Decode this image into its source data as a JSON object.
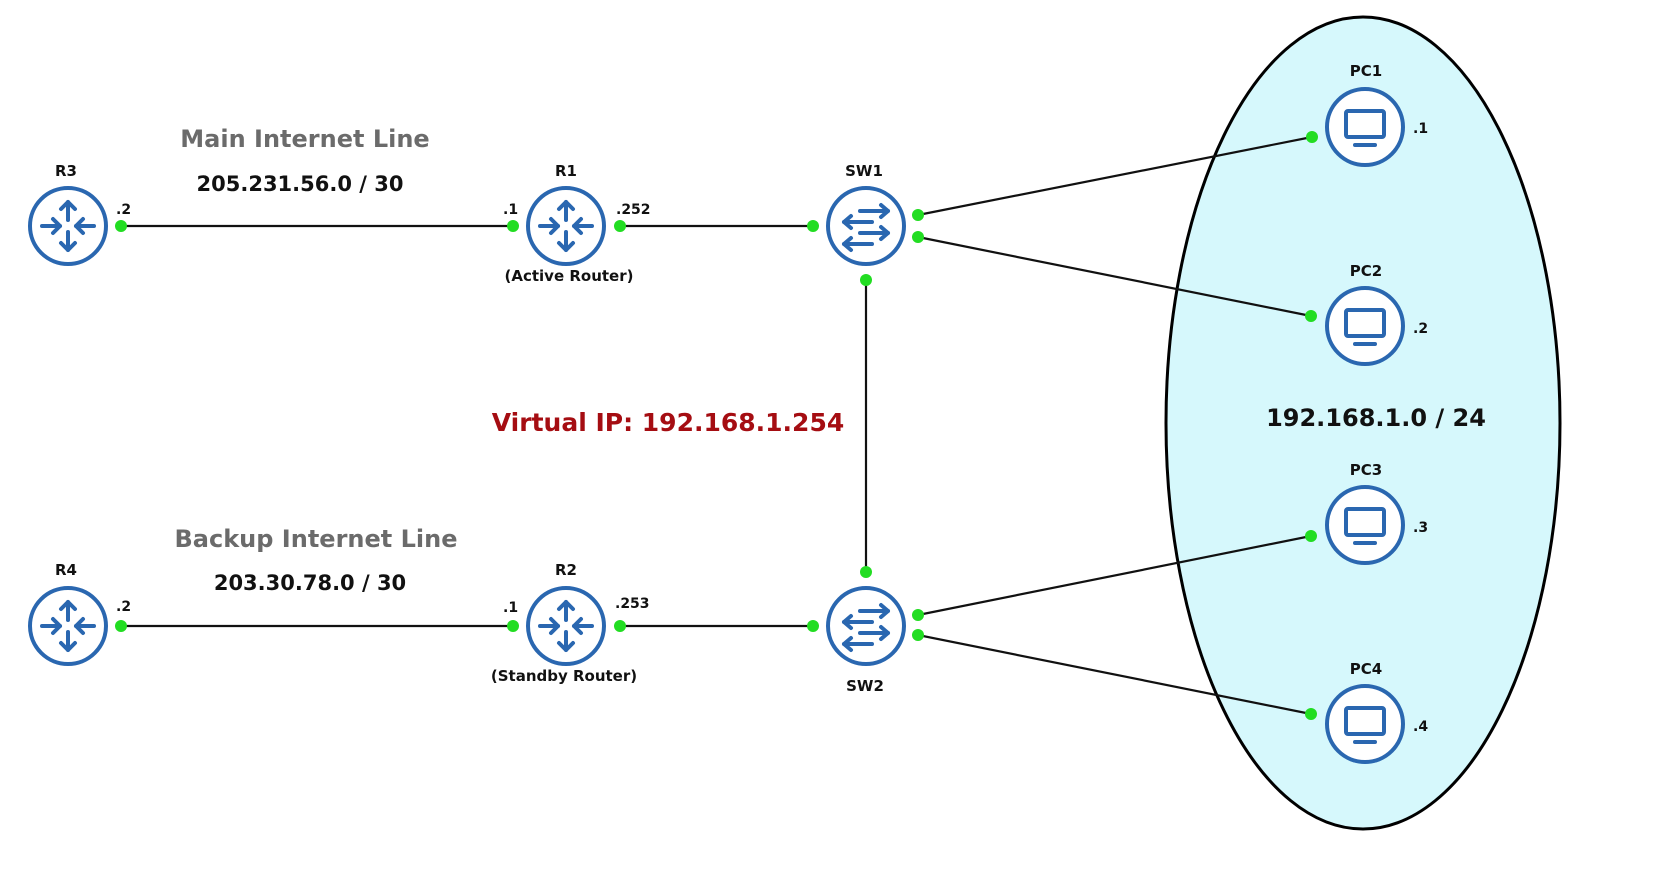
{
  "colors": {
    "device_stroke": "#2a67b0",
    "link": "#111111",
    "port": "#22dd22",
    "lan_fill": "#d6f8fc",
    "vip_text": "#a50d12",
    "line_title": "#6b6b6b"
  },
  "lan": {
    "subnet": "192.168.1.0 / 24"
  },
  "virtual_ip": "Virtual IP: 192.168.1.254",
  "lines": {
    "main": {
      "title": "Main Internet Line",
      "subnet": "205.231.56.0 / 30"
    },
    "backup": {
      "title": "Backup Internet Line",
      "subnet": "203.30.78.0 / 30"
    }
  },
  "devices": {
    "r3": {
      "name": "R3",
      "icon": "router-icon",
      "iface": ".2"
    },
    "r4": {
      "name": "R4",
      "icon": "router-icon",
      "iface": ".2"
    },
    "r1": {
      "name": "R1",
      "icon": "router-icon",
      "iface_left": ".1",
      "iface_right": ".252",
      "role": "(Active Router)"
    },
    "r2": {
      "name": "R2",
      "icon": "router-icon",
      "iface_left": ".1",
      "iface_right": ".253",
      "role": "(Standby Router)"
    },
    "sw1": {
      "name": "SW1",
      "icon": "switch-icon"
    },
    "sw2": {
      "name": "SW2",
      "icon": "switch-icon"
    },
    "pc1": {
      "name": "PC1",
      "icon": "pc-icon",
      "iface": ".1"
    },
    "pc2": {
      "name": "PC2",
      "icon": "pc-icon",
      "iface": ".2"
    },
    "pc3": {
      "name": "PC3",
      "icon": "pc-icon",
      "iface": ".3"
    },
    "pc4": {
      "name": "PC4",
      "icon": "pc-icon",
      "iface": ".4"
    }
  }
}
